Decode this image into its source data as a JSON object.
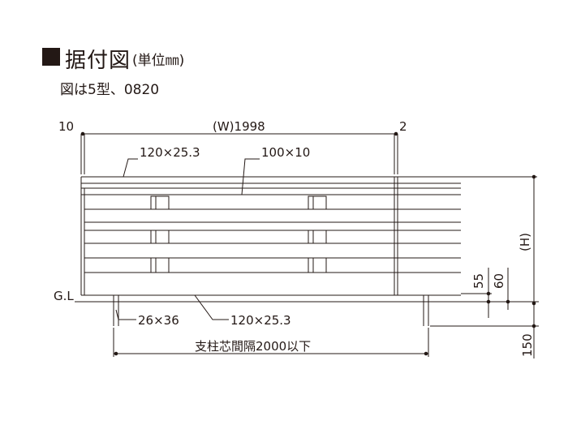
{
  "header": {
    "title": "据付図",
    "unit_note": "(単位㎜)",
    "subtitle": "図は5型、0820"
  },
  "dimensions": {
    "left_gap": "10",
    "width": "(W)1998",
    "right_gap": "2",
    "height": "(H)",
    "dim_55": "55",
    "dim_60": "60",
    "dim_150": "150",
    "post_spacing": "支柱芯間隔2000以下"
  },
  "callouts": {
    "top_rail": "120×25.3",
    "slat": "100×10",
    "post": "26×36",
    "bottom_rail": "120×25.3"
  },
  "labels": {
    "ground_line": "G.L"
  }
}
